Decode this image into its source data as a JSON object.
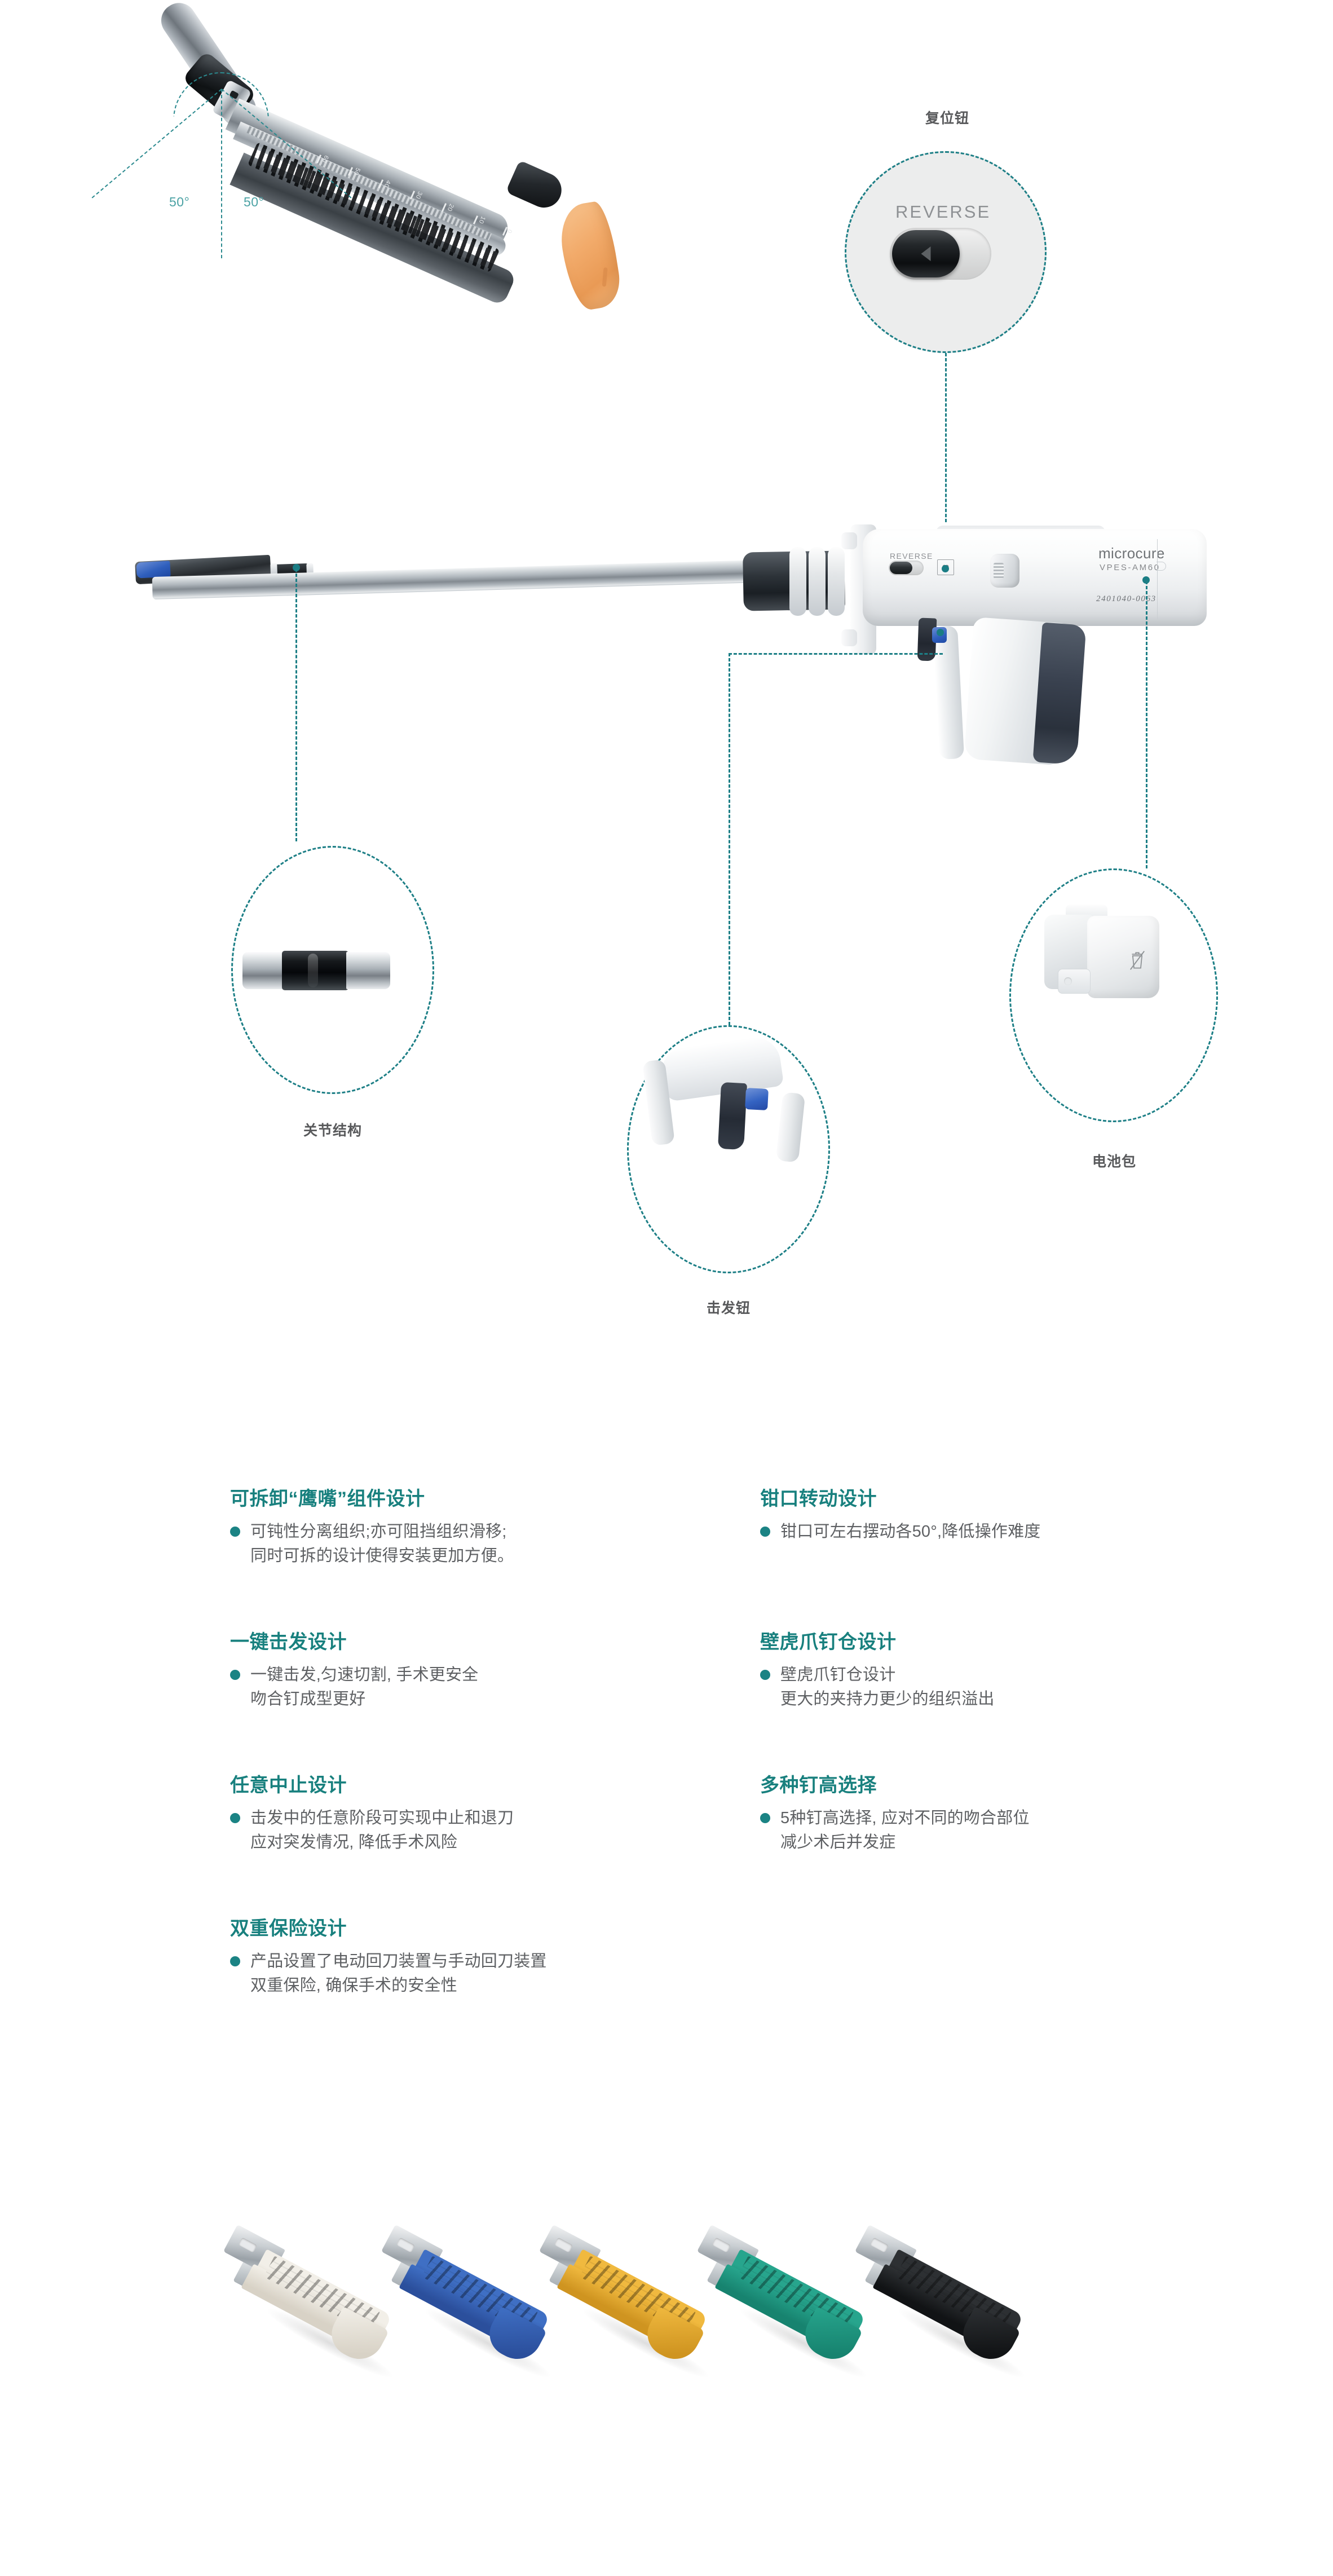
{
  "product": {
    "brand": "microcure",
    "model": "VPES-AM60",
    "serial": "2401040-0063",
    "reverse_label": "REVERSE",
    "scale_marks": [
      "0",
      "10",
      "20",
      "30",
      "40",
      "50",
      "60"
    ]
  },
  "angles": {
    "left_label": "50°",
    "right_label": "50°"
  },
  "callouts": [
    {
      "id": "reset-button",
      "label": "复位钮",
      "toggle_text": "REVERSE"
    },
    {
      "id": "joint-structure",
      "label": "关节结构"
    },
    {
      "id": "firing-button",
      "label": "击发钮"
    },
    {
      "id": "battery-pack",
      "label": "电池包"
    }
  ],
  "features": {
    "left": [
      {
        "title": "可拆卸“鹰嘴”组件设计",
        "desc": "可钝性分离组织;亦可阻挡组织滑移;\n同时可拆的设计使得安装更加方便。"
      },
      {
        "title": "一键击发设计",
        "desc": "一键击发,匀速切割, 手术更安全\n吻合钉成型更好"
      },
      {
        "title": "任意中止设计",
        "desc": "击发中的任意阶段可实现中止和退刀\n应对突发情况, 降低手术风险"
      },
      {
        "title": "双重保险设计",
        "desc": "产品设置了电动回刀装置与手动回刀装置\n双重保险, 确保手术的安全性"
      }
    ],
    "right": [
      {
        "title": "钳口转动设计",
        "desc": "钳口可左右摆动各50°,降低操作难度"
      },
      {
        "title": "壁虎爪钉仓设计",
        "desc": "壁虎爪钉仓设计\n更大的夹持力更少的组织溢出"
      },
      {
        "title": "多种钉高选择",
        "desc": "5种钉高选择, 应对不同的吻合部位\n减少术后并发症"
      }
    ]
  },
  "cartridges": [
    {
      "name": "white-cartridge",
      "color": "#f2efe8",
      "dark": "#d8d2c6"
    },
    {
      "name": "blue-cartridge",
      "color": "#3f6fc4",
      "dark": "#2b4f9c"
    },
    {
      "name": "gold-cartridge",
      "color": "#f0b93f",
      "dark": "#cf9420"
    },
    {
      "name": "teal-cartridge",
      "color": "#27a58d",
      "dark": "#17836f"
    },
    {
      "name": "black-cartridge",
      "color": "#2d3033",
      "dark": "#111315"
    }
  ],
  "colors": {
    "accent_teal": "#18807e",
    "leader_teal": "#1d7f86",
    "angle_teal": "#4ba2a4",
    "body_text": "#5e6063",
    "label_text": "#58595b"
  }
}
